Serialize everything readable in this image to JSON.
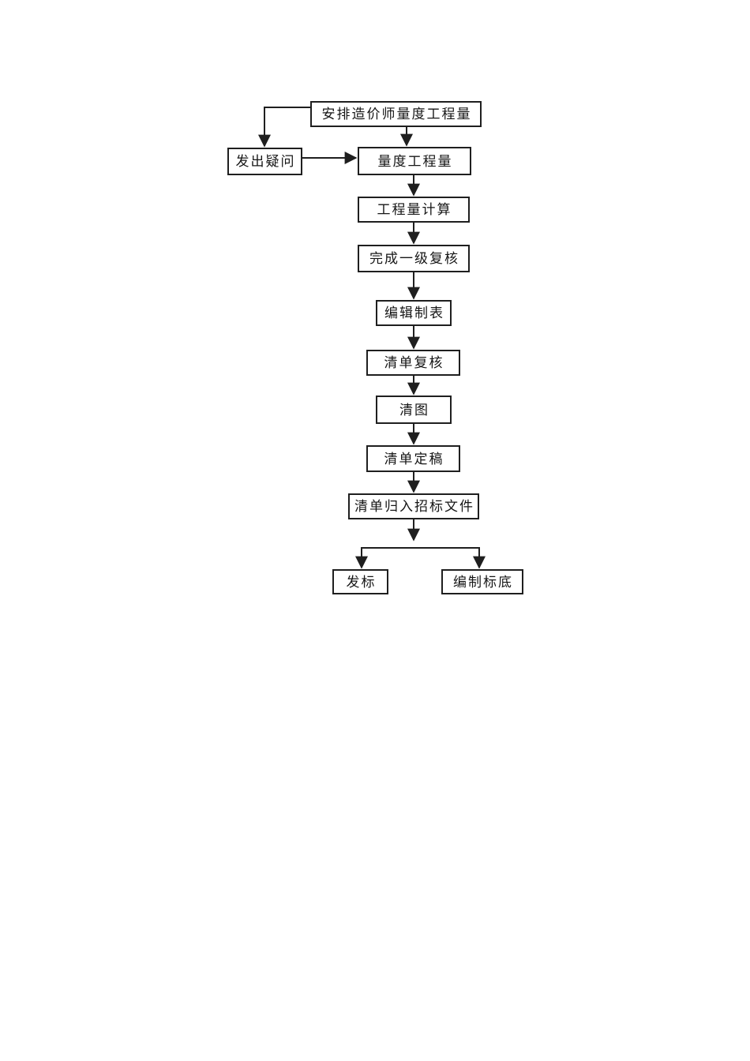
{
  "page": {
    "background_color": "#ffffff"
  },
  "flowchart": {
    "line_color": "#1f1f1f",
    "box_border_color": "#1f1f1f",
    "box_fill_color": "#ffffff",
    "text_color": "#161616",
    "nodes": [
      {
        "id": "assign-measurer",
        "label": "安排造价师量度工程量"
      },
      {
        "id": "raise-question",
        "label": "发出疑问"
      },
      {
        "id": "measure-quantity",
        "label": "量度工程量"
      },
      {
        "id": "quantity-calculation",
        "label": "工程量计算"
      },
      {
        "id": "complete-first-review",
        "label": "完成一级复核"
      },
      {
        "id": "edit-tabulation",
        "label": "编辑制表"
      },
      {
        "id": "list-review",
        "label": "清单复核"
      },
      {
        "id": "clear-drawing",
        "label": "清图"
      },
      {
        "id": "list-finalization",
        "label": "清单定稿"
      },
      {
        "id": "list-into-tender-docs",
        "label": "清单归入招标文件"
      },
      {
        "id": "issue-tender",
        "label": "发标"
      },
      {
        "id": "prepare-tender-base",
        "label": "编制标底"
      }
    ]
  }
}
